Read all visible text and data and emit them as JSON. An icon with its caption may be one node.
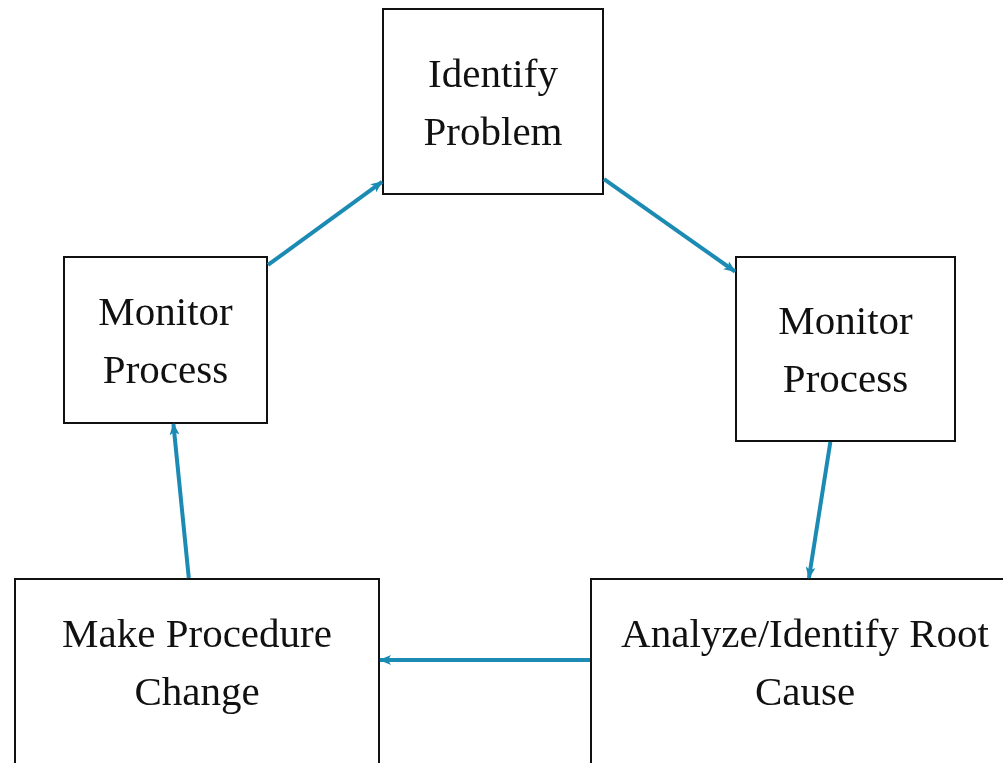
{
  "diagram": {
    "nodes": [
      {
        "text": [
          "Identify Problem"
        ]
      },
      {
        "text": [
          "Monitor Process"
        ]
      },
      {
        "text": [
          "Analyze/Identify Root Cause"
        ]
      },
      {
        "text": [
          "Make Procedure Change"
        ]
      },
      {
        "text": [
          "Monitor Process"
        ]
      }
    ],
    "edges": [
      {
        "from": 0,
        "to": 1,
        "arrow": "to"
      },
      {
        "from": 1,
        "to": 2,
        "arrow": "to"
      },
      {
        "from": 2,
        "to": 3,
        "arrow": "to"
      },
      {
        "from": 3,
        "to": 4,
        "arrow": "to"
      },
      {
        "from": 4,
        "to": 0,
        "arrow": "to"
      }
    ]
  }
}
